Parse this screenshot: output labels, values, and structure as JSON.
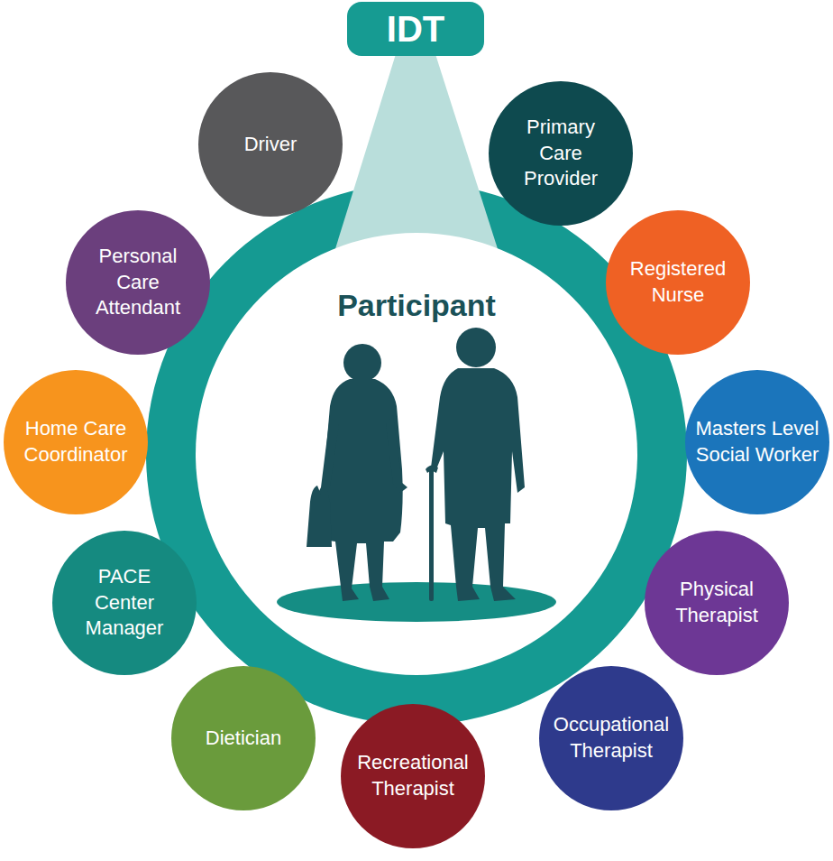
{
  "diagram": {
    "nodes": [
      {
        "text": [
          "IDT"
        ]
      },
      {
        "text": [
          "Participant"
        ]
      },
      {
        "text": [
          "Driver"
        ]
      },
      {
        "text": [
          "Primary Care Provider"
        ]
      },
      {
        "text": [
          "Registered Nurse"
        ]
      },
      {
        "text": [
          "Masters Level Social Worker"
        ]
      },
      {
        "text": [
          "Physical Therapist"
        ]
      },
      {
        "text": [
          "Occupational Therapist"
        ]
      },
      {
        "text": [
          "Recreational Therapist"
        ]
      },
      {
        "text": [
          "Dietician"
        ]
      },
      {
        "text": [
          "PACE Center Manager"
        ]
      },
      {
        "text": [
          "Home Care Coordinator"
        ]
      },
      {
        "text": [
          "Personal Care Attendant"
        ]
      }
    ],
    "edges": [
      {
        "from": 0,
        "to": 1,
        "arrow": "none"
      }
    ]
  }
}
